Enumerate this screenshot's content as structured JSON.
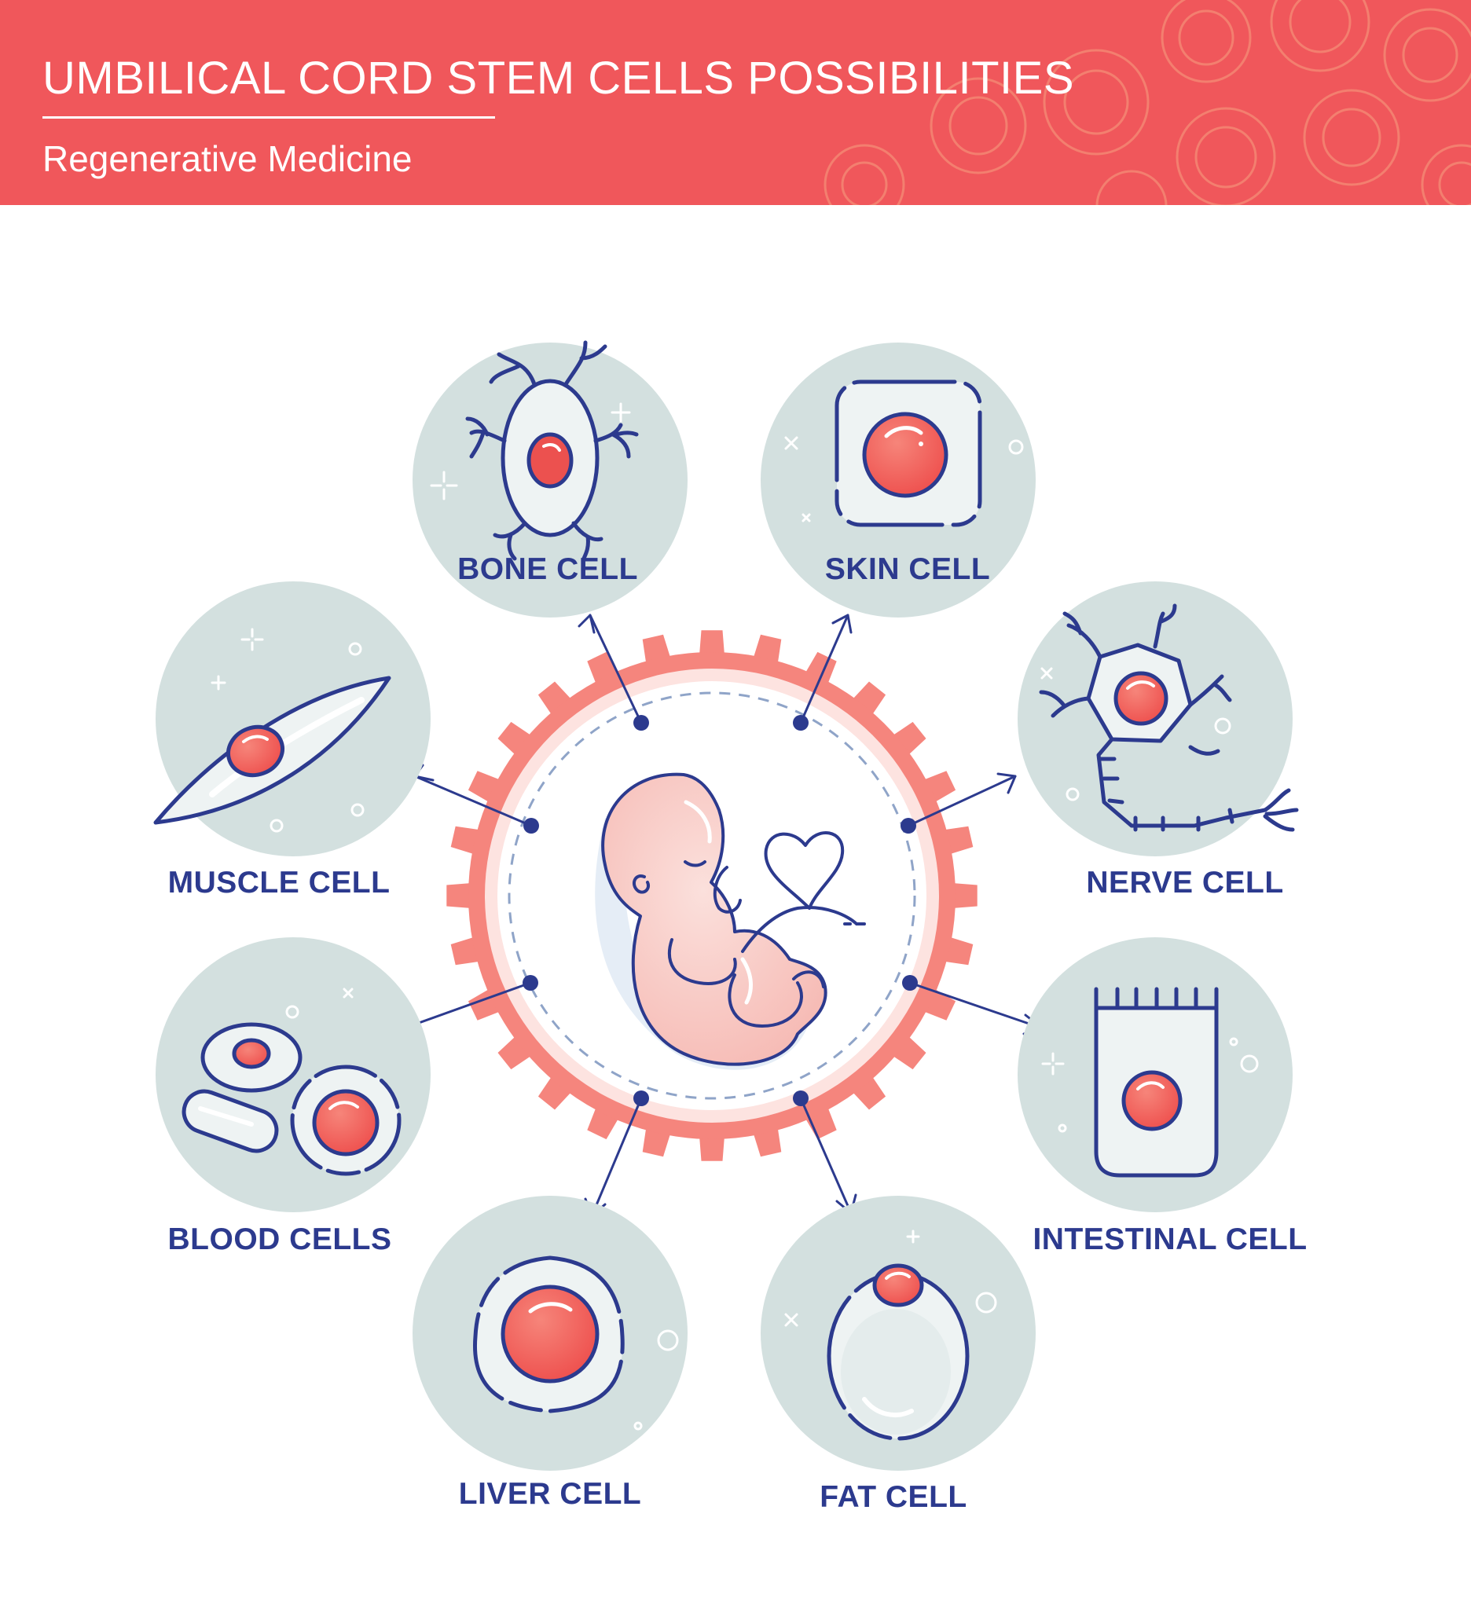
{
  "header": {
    "title": "UMBILICAL CORD STEM CELLS POSSIBILITIES",
    "subtitle": "Regenerative Medicine"
  },
  "colors": {
    "header_bg": "#f0575b",
    "ink": "#2c3a8e",
    "bubble": "#d3e0df",
    "nucleus": "#f05a57",
    "gear": "#f5857d"
  },
  "cells": {
    "bone": "BONE CELL",
    "skin": "SKIN CELL",
    "muscle": "MUSCLE CELL",
    "nerve": "NERVE CELL",
    "blood": "BLOOD CELLS",
    "intestinal": "INTESTINAL CELL",
    "liver": "LIVER CELL",
    "fat": "FAT CELL"
  }
}
